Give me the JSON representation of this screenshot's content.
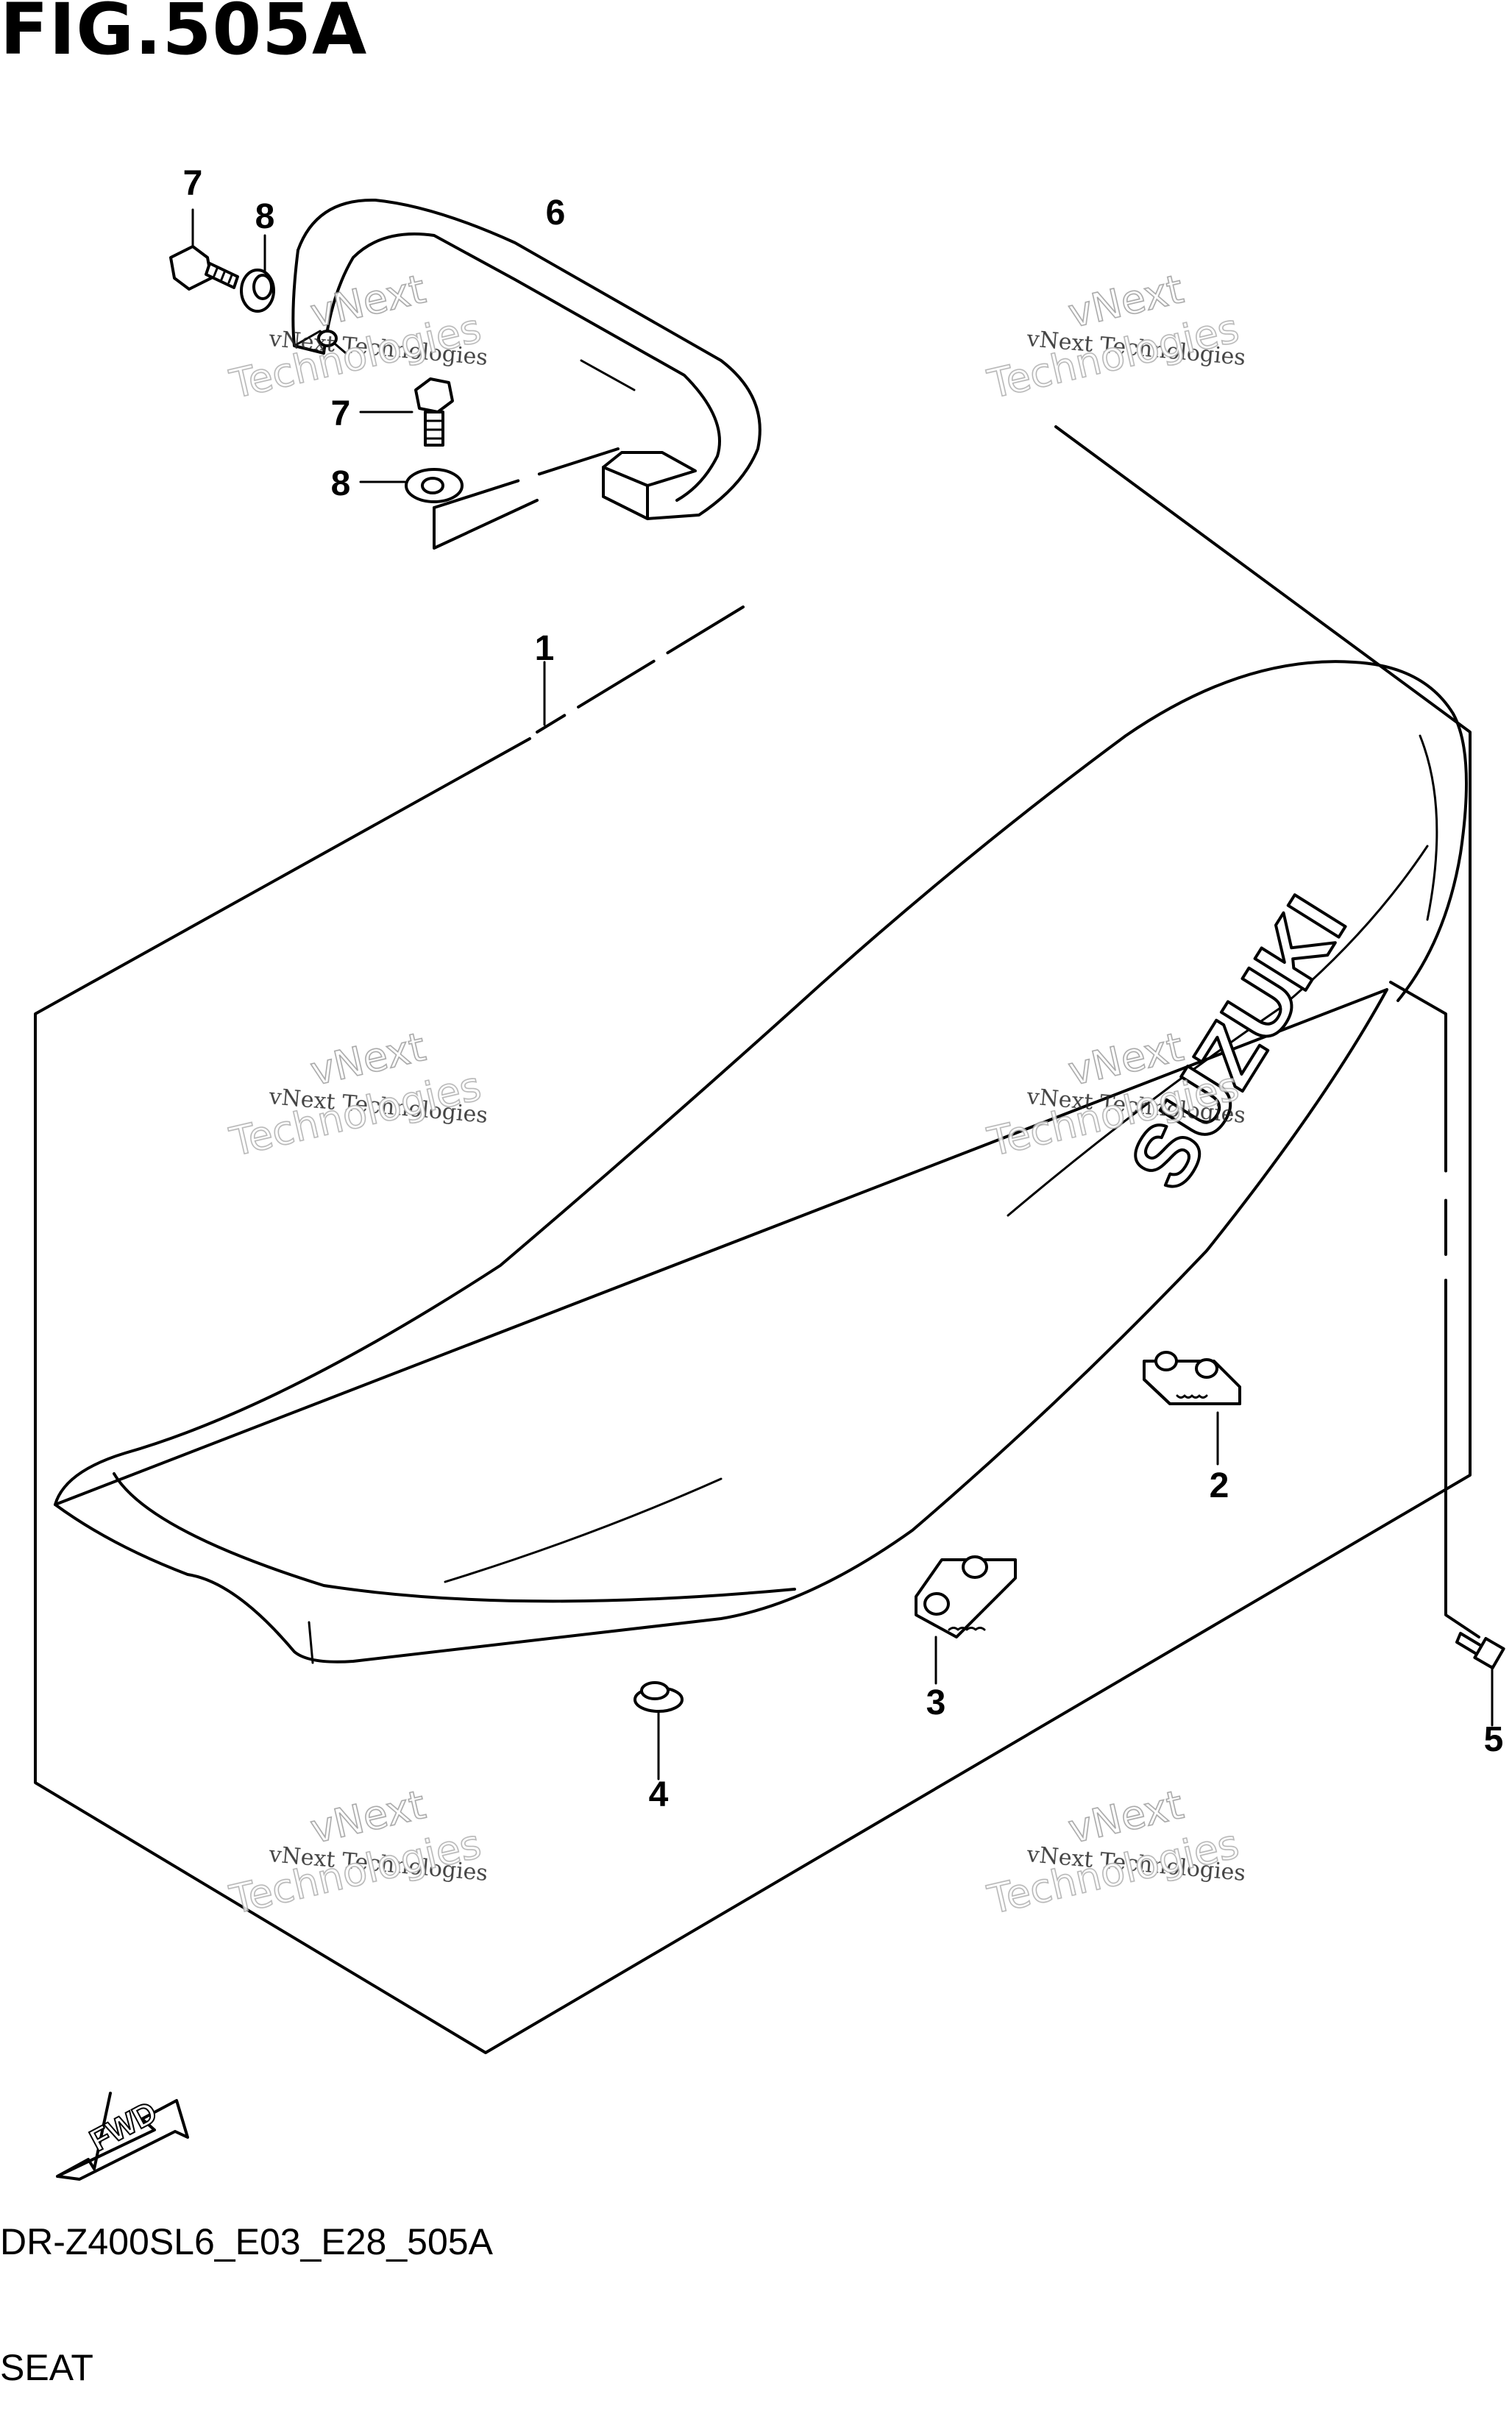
{
  "figure": {
    "title": "FIG.505A",
    "diagram_code": "DR-Z400SL6_E03_E28_505A",
    "diagram_name": "SEAT",
    "brand_mark": "SUZUKI",
    "fwd_label": "FWD"
  },
  "callouts": [
    {
      "id": "c1",
      "label": "1"
    },
    {
      "id": "c2",
      "label": "2"
    },
    {
      "id": "c3",
      "label": "3"
    },
    {
      "id": "c4",
      "label": "4"
    },
    {
      "id": "c5",
      "label": "5"
    },
    {
      "id": "c6",
      "label": "6"
    },
    {
      "id": "c7a",
      "label": "7"
    },
    {
      "id": "c7b",
      "label": "7"
    },
    {
      "id": "c8a",
      "label": "8"
    },
    {
      "id": "c8b",
      "label": "8"
    }
  ],
  "watermark": {
    "line1": "vNext Technologies",
    "line2": "vNext",
    "line3": "Technologies"
  }
}
